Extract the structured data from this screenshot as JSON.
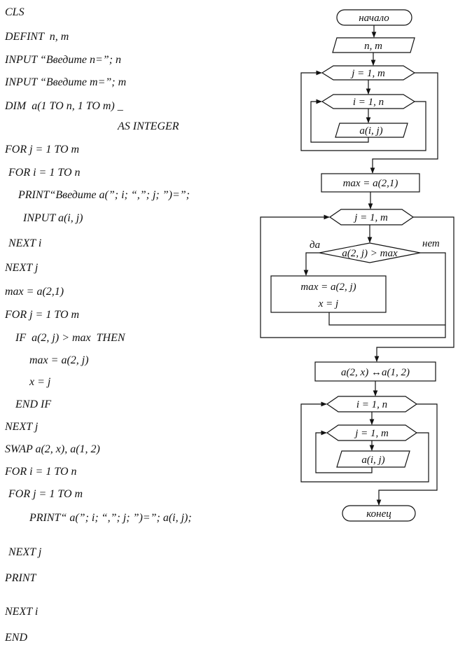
{
  "program": {
    "lines": [
      "CLS",
      "DEFINT  n, m",
      "INPUT “Введите n=”; n",
      "INPUT “Введите m=”; m",
      "DIM  a(1 TO n, 1 TO m) _",
      "AS INTEGER",
      "FOR j = 1 TO m",
      "FOR i = 1 TO n",
      "PRINT“Введите a(”; i; “,”; j; ”)=”;",
      "INPUT a(i, j)",
      "NEXT i",
      "NEXT j",
      "max = a(2,1)",
      "FOR j = 1 TO m",
      "IF  a(2, j) > max  THEN",
      "max = a(2, j)",
      "x = j",
      "END IF",
      "NEXT j",
      "SWAP a(2, x), a(1, 2)",
      "FOR i = 1 TO n",
      "FOR j = 1 TO m",
      "PRINT“ a(”; i; “,”; j; ”)=”; a(i, j);",
      "NEXT j",
      "PRINT",
      "NEXT i",
      "END"
    ]
  },
  "flowchart": {
    "start": "начало",
    "input_nm": "n, m",
    "loop_j1": "j = 1, m",
    "loop_i1": "i = 1, n",
    "input_aij": "a(i, j)",
    "assign_max": "max = a(2,1)",
    "loop_j2": "j = 1, m",
    "condition": "a(2, j) > max",
    "yes": "да",
    "no": "нет",
    "block_max": "max = a(2, j)",
    "block_x": "x = j",
    "swap": "a(2, x) ↔a(1, 2)",
    "loop_i2": "i = 1, n",
    "loop_j3": "j = 1, m",
    "output_aij": "a(i, j)",
    "end": "конец"
  }
}
